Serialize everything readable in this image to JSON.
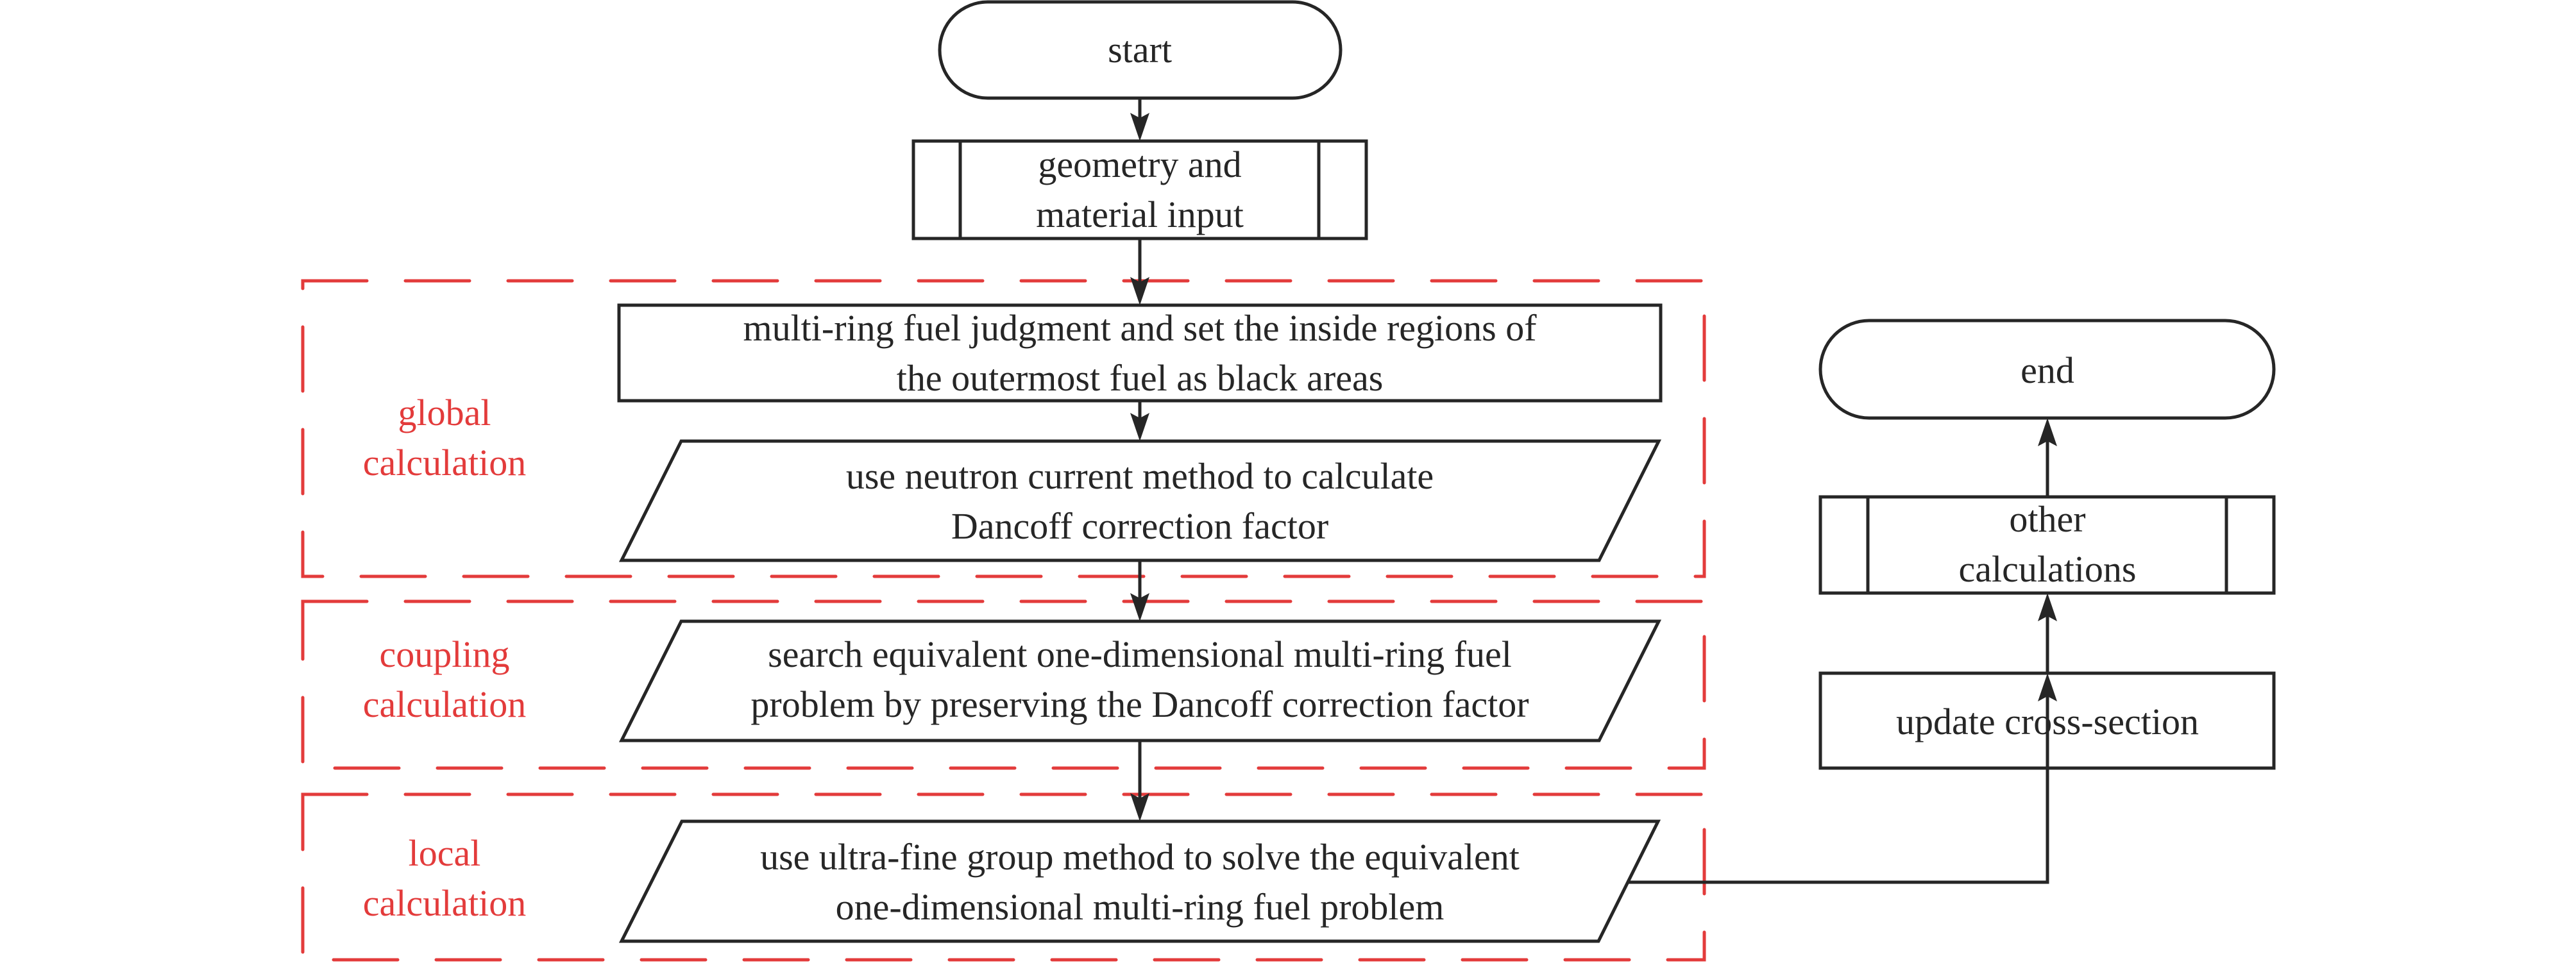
{
  "colors": {
    "stroke": "#262626",
    "region": "#e33b3b",
    "background": "#ffffff"
  },
  "nodes": {
    "start": {
      "type": "terminator",
      "lines": [
        "start"
      ]
    },
    "geometry_input": {
      "type": "predefined-process",
      "lines": [
        "geometry and",
        "material input"
      ]
    },
    "multi_ring_judgment": {
      "type": "process",
      "lines": [
        "multi-ring fuel judgment and set the inside regions of",
        "the outermost fuel as black areas"
      ]
    },
    "neutron_current": {
      "type": "data",
      "lines": [
        "use neutron current method to calculate",
        "Dancoff correction factor"
      ]
    },
    "search_equivalent": {
      "type": "data",
      "lines": [
        "search equivalent one-dimensional multi-ring fuel",
        "problem by preserving the Dancoff correction factor"
      ]
    },
    "ultra_fine_group": {
      "type": "data",
      "lines": [
        "use ultra-fine group method to solve the equivalent",
        "one-dimensional multi-ring fuel problem"
      ]
    },
    "update_cross_section": {
      "type": "process",
      "lines": [
        "update cross-section"
      ]
    },
    "other_calculations": {
      "type": "predefined-process",
      "lines": [
        "other",
        "calculations"
      ]
    },
    "end": {
      "type": "terminator",
      "lines": [
        "end"
      ]
    }
  },
  "regions": {
    "global": {
      "lines": [
        "global",
        "calculation"
      ]
    },
    "coupling": {
      "lines": [
        "coupling",
        "calculation"
      ]
    },
    "local": {
      "lines": [
        "local",
        "calculation"
      ]
    }
  },
  "edges": [
    {
      "from": "start",
      "to": "geometry_input"
    },
    {
      "from": "geometry_input",
      "to": "multi_ring_judgment"
    },
    {
      "from": "multi_ring_judgment",
      "to": "neutron_current"
    },
    {
      "from": "neutron_current",
      "to": "search_equivalent"
    },
    {
      "from": "search_equivalent",
      "to": "ultra_fine_group"
    },
    {
      "from": "ultra_fine_group",
      "to": "update_cross_section"
    },
    {
      "from": "update_cross_section",
      "to": "other_calculations"
    },
    {
      "from": "other_calculations",
      "to": "end"
    }
  ]
}
